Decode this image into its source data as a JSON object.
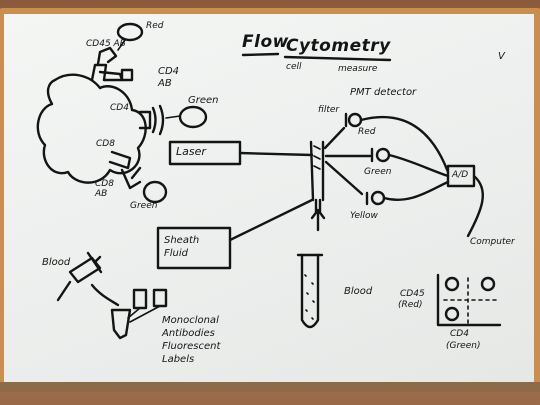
{
  "title": {
    "flow": "Flow",
    "cytometry": "Cytometry",
    "cell": "cell",
    "measure": "measure"
  },
  "corner_mark": "V",
  "cell_diagram": {
    "red": "Red",
    "cd45_ab": "CD45 AB",
    "cd4_ab": "CD4 AB",
    "green_top": "Green",
    "cd4": "CD4",
    "cd8": "CD8",
    "cd8_ab": "CD8 AB",
    "green_bottom": "Green"
  },
  "instrument": {
    "laser": "Laser",
    "sheath_fluid": "Sheath Fluid",
    "pmt_detector": "PMT detector",
    "filter": "filter",
    "red": "Red",
    "green": "Green",
    "yellow": "Yellow",
    "ad": "A/D",
    "computer": "Computer",
    "blood_tube": "Blood"
  },
  "plot": {
    "y_label_1": "CD45",
    "y_label_2": "(Red)",
    "x_label_1": "CD4",
    "x_label_2": "(Green)"
  },
  "reagents": {
    "blood": "Blood",
    "line1": "Monoclonal",
    "line2": "Antibodies",
    "line3": "Fluorescent",
    "line4": "Labels"
  }
}
